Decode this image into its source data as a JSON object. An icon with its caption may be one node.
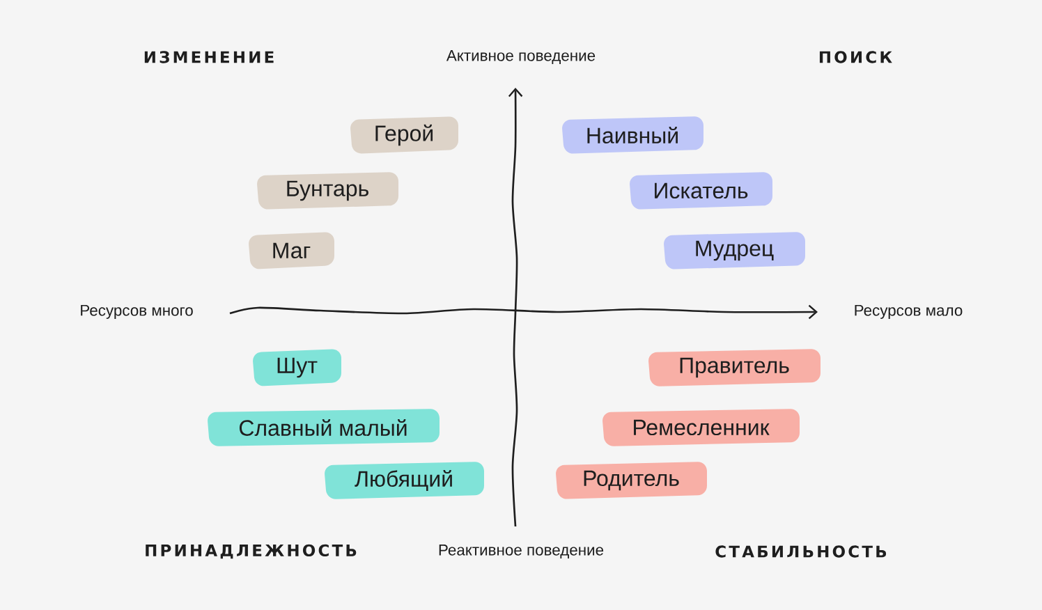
{
  "diagram": {
    "nodes": [
      {
        "text": [
          "Герой"
        ]
      },
      {
        "text": [
          "Бунтарь"
        ]
      },
      {
        "text": [
          "Маг"
        ]
      },
      {
        "text": [
          "Наивный"
        ]
      },
      {
        "text": [
          "Искатель"
        ]
      },
      {
        "text": [
          "Мудрец"
        ]
      },
      {
        "text": [
          "Шут"
        ]
      },
      {
        "text": [
          "Славный малый"
        ]
      },
      {
        "text": [
          "Любящий"
        ]
      },
      {
        "text": [
          "Правитель"
        ]
      },
      {
        "text": [
          "Ремесленник"
        ]
      },
      {
        "text": [
          "Родитель"
        ]
      }
    ],
    "labels": [
      "ИЗМЕНЕНИЕ",
      "Активное поведение",
      "ПОИСК",
      "Ресурсов много",
      "Ресурсов мало",
      "ПРИНАДЛЕЖНОСТЬ",
      "Реактивное поведение",
      "СТАБИЛЬНОСТЬ"
    ]
  }
}
